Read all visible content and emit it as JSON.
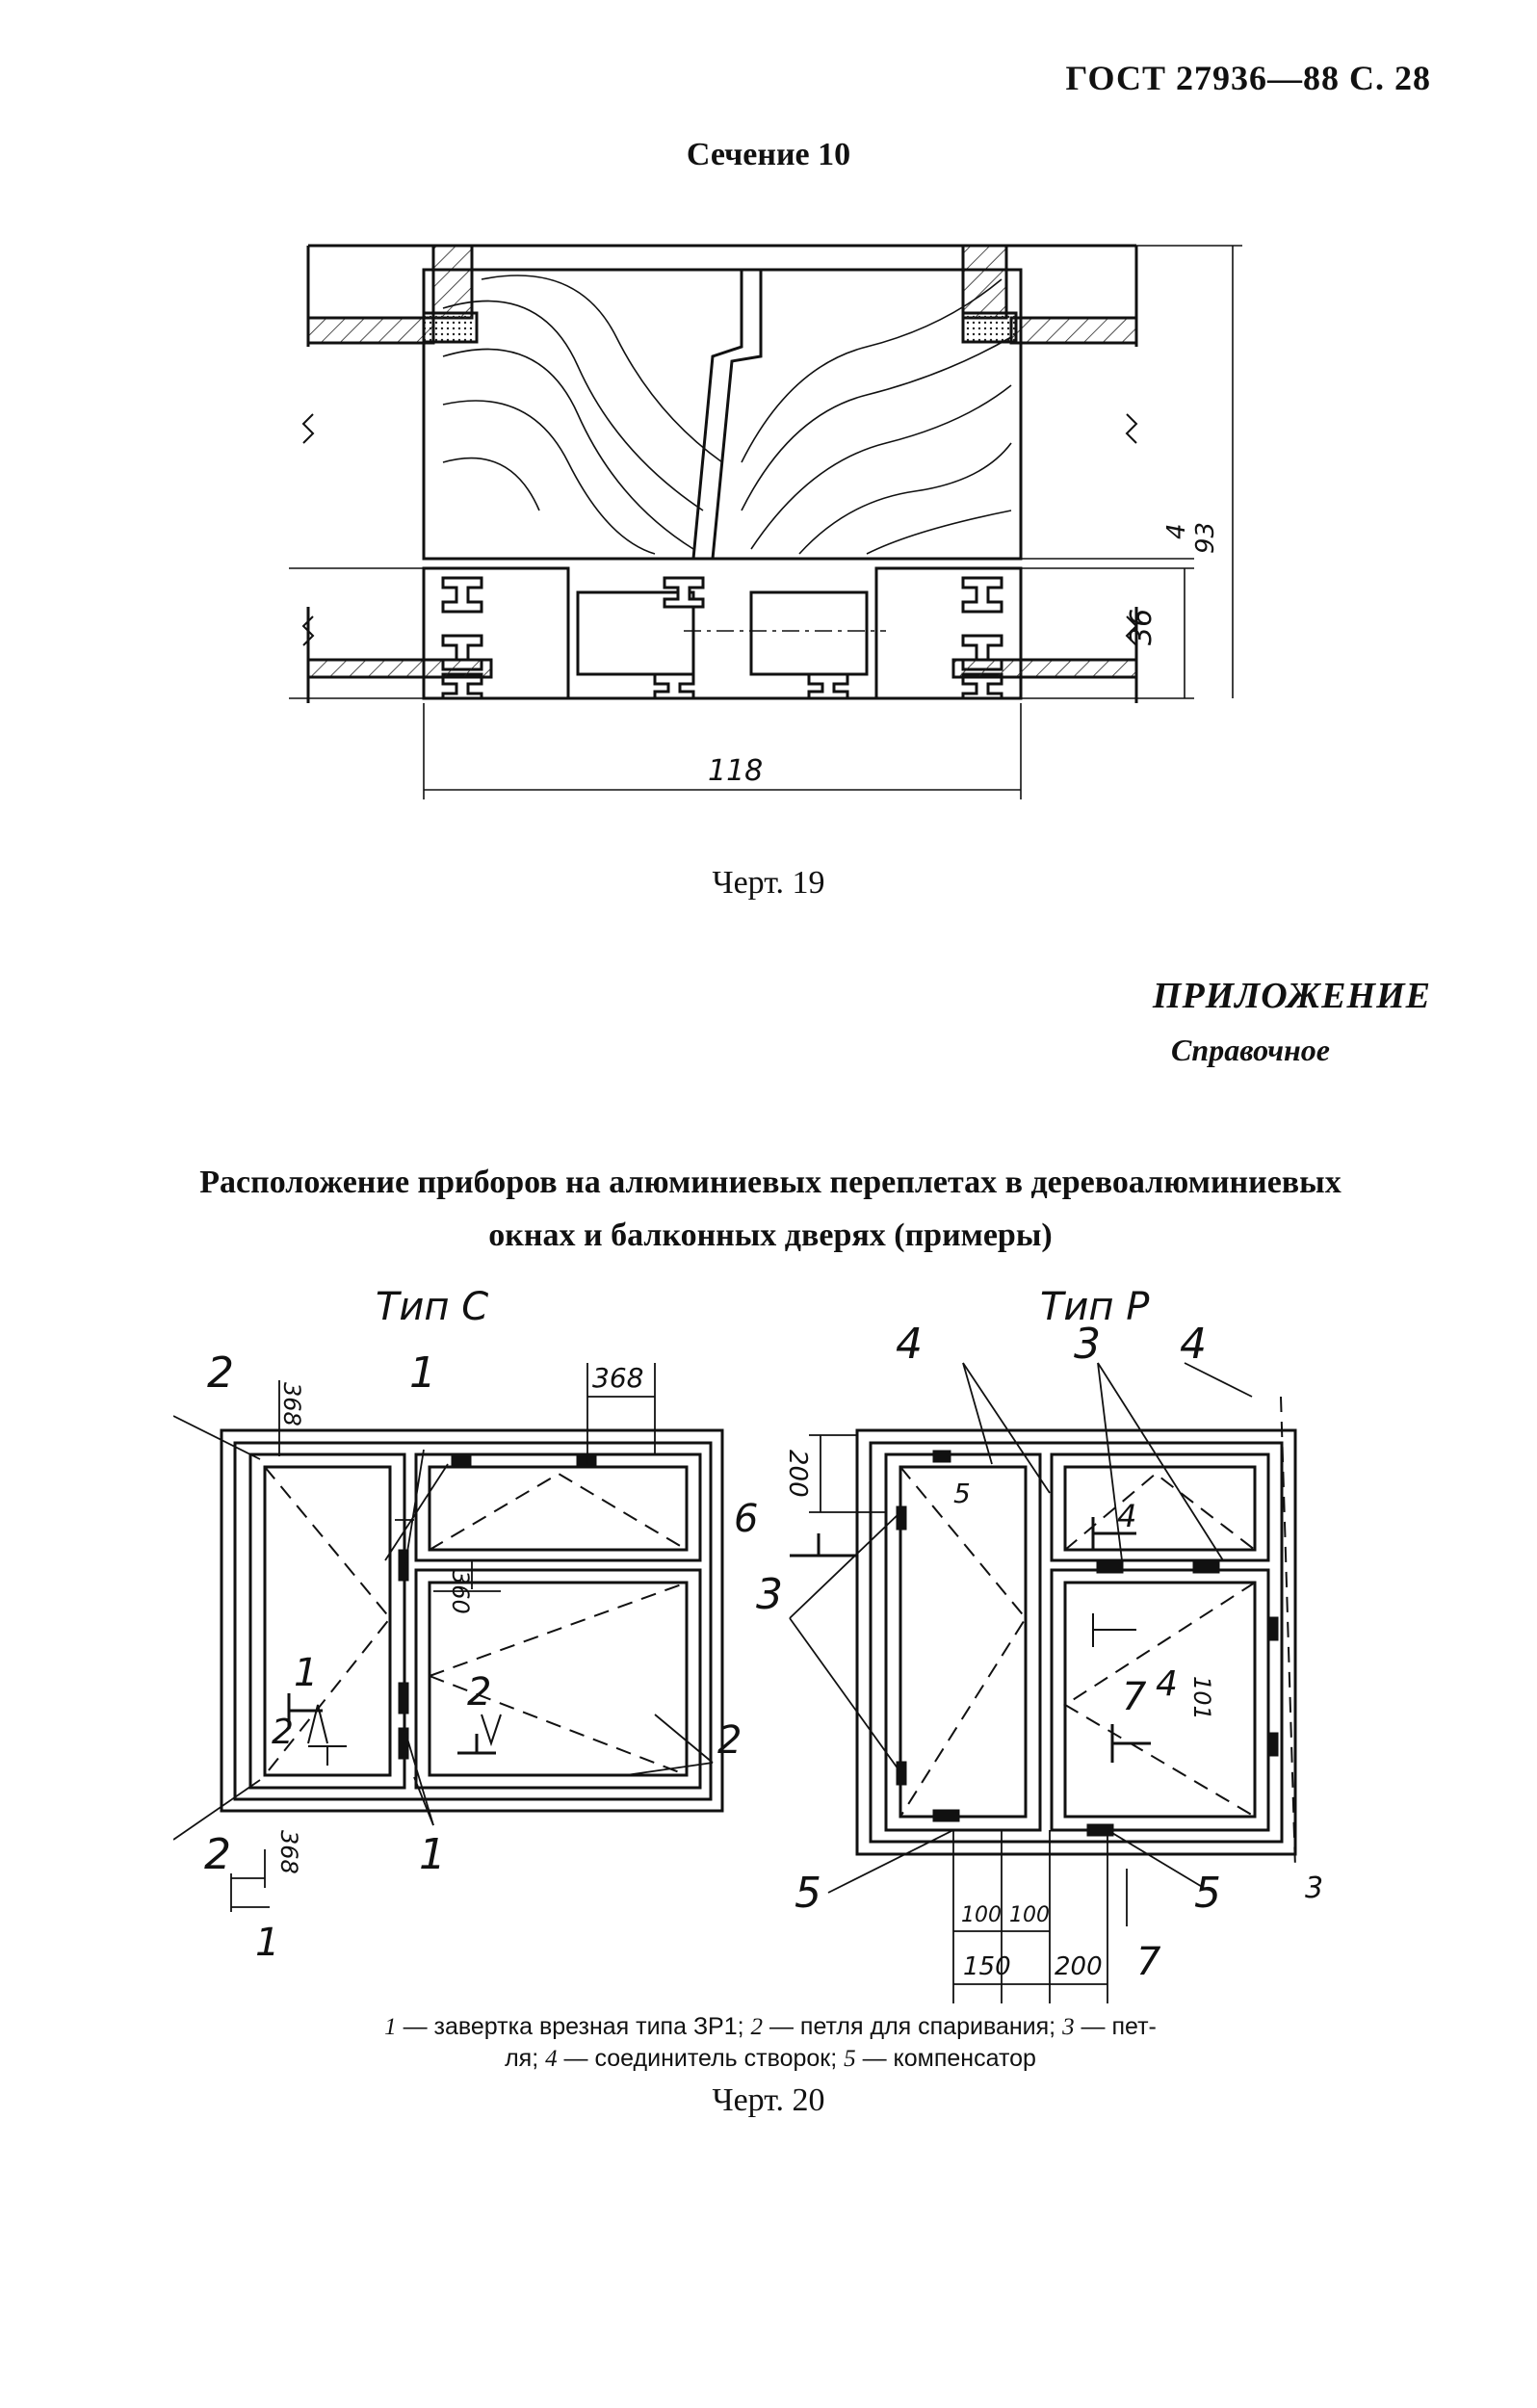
{
  "header": {
    "doc_code": "ГОСТ 27936—88 С. 28"
  },
  "section": {
    "title": "Сечение 10"
  },
  "figure19": {
    "dims": {
      "d36_left": "36",
      "d36_right": "36",
      "d4": "4",
      "d93": "93",
      "d118": "118"
    },
    "caption": "Черт. 19"
  },
  "appendix": {
    "label": "ПРИЛОЖЕНИЕ",
    "sub": "Справочное"
  },
  "main_title": {
    "line1": "Расположение приборов на алюминиевых переплетах в деревоалюминиевых",
    "line2": "окнах и балконных дверях (примеры)"
  },
  "figure20": {
    "type_c": "Тип С",
    "type_p": "Тип Р",
    "labels_c": {
      "n1_top": "1",
      "n2_top": "2",
      "n1_mid": "1",
      "n2_mid": "2",
      "n2_sash": "2",
      "n2_right": "2",
      "n2_bottom": "2",
      "n1_bottom": "1",
      "n1_section": "1",
      "d368_top": "368",
      "d368_top2": "368",
      "d360": "360",
      "d368_bottom": "368"
    },
    "labels_p": {
      "n4_left": "4",
      "n3_top": "3",
      "n4_right": "4",
      "n6": "6",
      "d200": "200",
      "n5_inner": "5",
      "n4_inner": "4",
      "n3_left": "3",
      "n7": "7",
      "n4_mid": "4",
      "d101": "101",
      "n5_left": "5",
      "n5_right": "5",
      "n3_right": "3",
      "d100_a": "100",
      "d100_b": "100",
      "d150": "150",
      "d200_b": "200",
      "n7_bottom": "7"
    },
    "legend": {
      "i1": "1",
      "t1": " — завертка врезная типа ЗР1; ",
      "i2": "2",
      "t2": " — петля для спаривания; ",
      "i3": "3",
      "t3": " — пет-",
      "t3b": "ля; ",
      "i4": "4",
      "t4": " — соединитель створок; ",
      "i5": "5",
      "t5": " — компенсатор"
    },
    "caption": "Черт. 20"
  }
}
